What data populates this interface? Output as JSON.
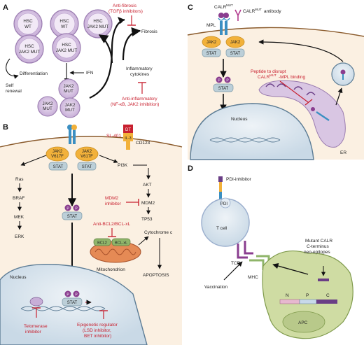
{
  "panels": {
    "A": {
      "letter": "A",
      "cells": [
        {
          "line1": "HSC",
          "line2": "WT"
        },
        {
          "line1": "HSC",
          "line2": "WT"
        },
        {
          "line1": "HSC",
          "line2": "JAK2 MUT"
        },
        {
          "line1": "HSC",
          "line2": "JAK2 MUT"
        },
        {
          "line1": "HSC",
          "line2": "JAK2 MUT"
        }
      ],
      "diff_cells": [
        {
          "line1": "JAK2",
          "line2": "MUT"
        },
        {
          "line1": "JAK2",
          "line2": "MUT"
        },
        {
          "line1": "JAK2",
          "line2": "MUT"
        }
      ],
      "self_renewal": [
        "Self",
        "renewal"
      ],
      "differentiation": "Differentiation",
      "ifn": "IFN",
      "fibrosis": "Fibrosis",
      "anti_fibrosis": [
        "Anti-fibrosis",
        "(TGFβ inhibitors)"
      ],
      "inflammatory": [
        "Inflammatory",
        "cytokines"
      ],
      "anti_inflammatory": [
        "Anti-inflammatory",
        "(NF-κB, JAK2 inhibition)"
      ]
    },
    "B": {
      "letter": "B",
      "jak2_label": [
        "JAK2",
        "V617F"
      ],
      "stat": "STAT",
      "p": "P",
      "ras_path": [
        "Ras",
        "BRAF",
        "MEK",
        "ERK"
      ],
      "pi3k_path": [
        "PI3K",
        "AKT",
        "MDM2",
        "TP53"
      ],
      "mdm2_inhibitor": [
        "MDM2",
        "inhibitor"
      ],
      "sl401": "SL-401",
      "dt": "DT",
      "il3": "IL-3",
      "cd123": "CD123",
      "anti_bcl2": "Anti-BCL2/BCL-xL",
      "bcl2": "BCL2",
      "bclxl": "BCL-xL",
      "mitochondrion": "Mitochondrion",
      "cytochrome": "Cytochrome c",
      "apoptosis": "APOPTOSIS",
      "nucleus": "Nucleus",
      "telomerase": [
        "Telomerase",
        "inhibitor"
      ],
      "epigenetic": [
        "Epigenetic regulator",
        "(LSD inhibitor,",
        "BET inhibitor)"
      ]
    },
    "C": {
      "letter": "C",
      "calr": "CALR",
      "calr_sup": "MUT",
      "calr_antibody": "CALR",
      "calr_antibody_sup": "MUT",
      "antibody_word": "antibody",
      "mpl": "MPL",
      "jak2": "JAK2",
      "stat": "STAT",
      "p": "P",
      "peptide": [
        "Peptide to disrupt",
        "-MPL binding"
      ],
      "peptide_calr": "CALR",
      "peptide_sup": "MUT",
      "nucleus": "Nucleus",
      "er": "ER"
    },
    "D": {
      "letter": "D",
      "pdi_inhibitor": "PDI-inhibitor",
      "pdi": "PDI",
      "tcell": "T cell",
      "tcr": "TCR",
      "mhc": "MHC",
      "vaccination": "Vaccination",
      "mutant": [
        "Mutant CALR",
        "C-terminus",
        "neo-epitopes"
      ],
      "bar_labels": [
        "N",
        "P",
        "C"
      ],
      "apc": "APC"
    }
  },
  "colors": {
    "cell_fill": "#d9c6e3",
    "cell_edge": "#9a7bb0",
    "inhibitor_red": "#c8202f",
    "jak_fill": "#f2b13a",
    "stat_fill": "#bccfd8",
    "receptor_blue": "#3b8fc2",
    "apc_green": "#cfdca3",
    "nucleus_fill": "#dde8f0",
    "p_purple": "#8a3d8f"
  }
}
